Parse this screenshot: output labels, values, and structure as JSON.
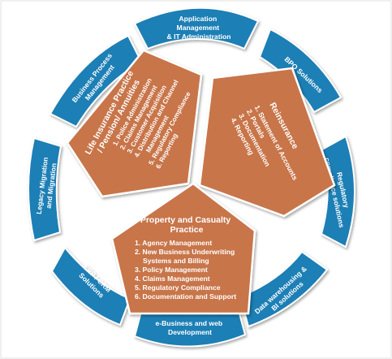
{
  "ring": {
    "application_management": [
      "Application",
      "Management",
      "& IT Administration"
    ],
    "bpo": [
      "BPO Solutions"
    ],
    "regulatory": [
      "Regulatory",
      "compliance solutions"
    ],
    "data_warehousing": [
      "Data warehousing &",
      "BI solutions"
    ],
    "ebusiness": [
      "e-Business and web",
      "Development"
    ],
    "erp_crm": [
      "ERP / CRM",
      "Solutions"
    ],
    "legacy": [
      "Legacy Migration",
      "and Migration"
    ],
    "business_process": [
      "Business Process",
      "Management"
    ]
  },
  "life": {
    "title": [
      "Life Insurance Practice",
      "/ Pension/ Annuities"
    ],
    "items": [
      "1. Police Administration",
      "2. Claims Management",
      "3. Customer Acquisition",
      "4. Distribution and Channel",
      "Management",
      "5. Regulatory Compliance",
      "6. Reporting"
    ]
  },
  "reinsurance": {
    "title": "Reinsurance",
    "items": [
      "1. Statement of Accounts",
      "2. Portals",
      "3. Documentation",
      "4. Reporting"
    ]
  },
  "property": {
    "title": [
      "Property and Casualty",
      "Practice"
    ],
    "items": [
      "1.  Agency Management",
      "2. New Business Underwriting",
      "Systems and Billing",
      "3. Policy Management",
      "4. Claims Management",
      "5. Regulatory Compliance",
      "6. Documentation and Support"
    ]
  },
  "colors": {
    "ring": "#1f7fb5",
    "pentagon": "#c8754a",
    "text": "#ffffff"
  }
}
